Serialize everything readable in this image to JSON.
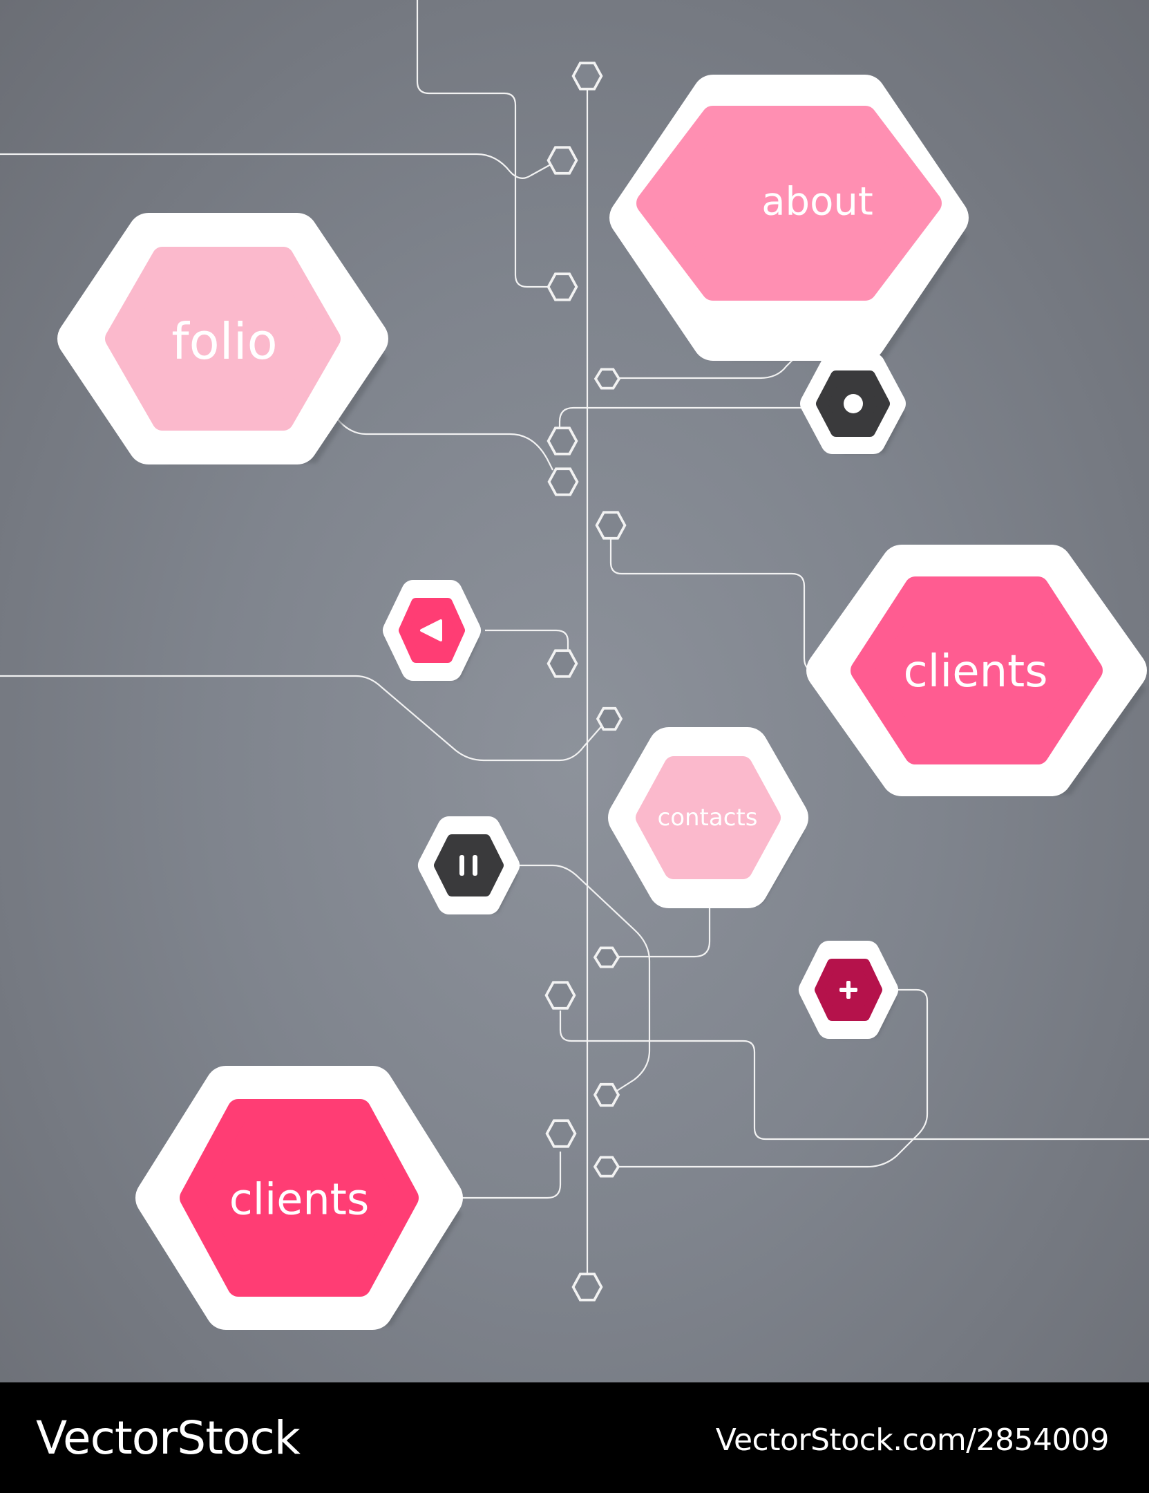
{
  "menu": {
    "about": "about",
    "folio": "folio",
    "clients_right": "clients",
    "contacts": "contacts",
    "clients_bottom": "clients"
  },
  "controls": {
    "settings": "gear-icon",
    "back": "play-left-icon",
    "pause": "pause-icon",
    "add": "plus-icon"
  },
  "watermark": {
    "brand": "VectorStock",
    "url": "VectorStock.com/2854009"
  },
  "colors": {
    "background": "#80858e",
    "line": "#f2f2f2",
    "rim": "#ffffff",
    "pink_light": "#fbb9cc",
    "pink_medium": "#ff8fb2",
    "pink_hot": "#ff5c91",
    "pink_deep": "#ff3d74",
    "crimson": "#b5124b",
    "charcoal": "#3a3a3c"
  }
}
